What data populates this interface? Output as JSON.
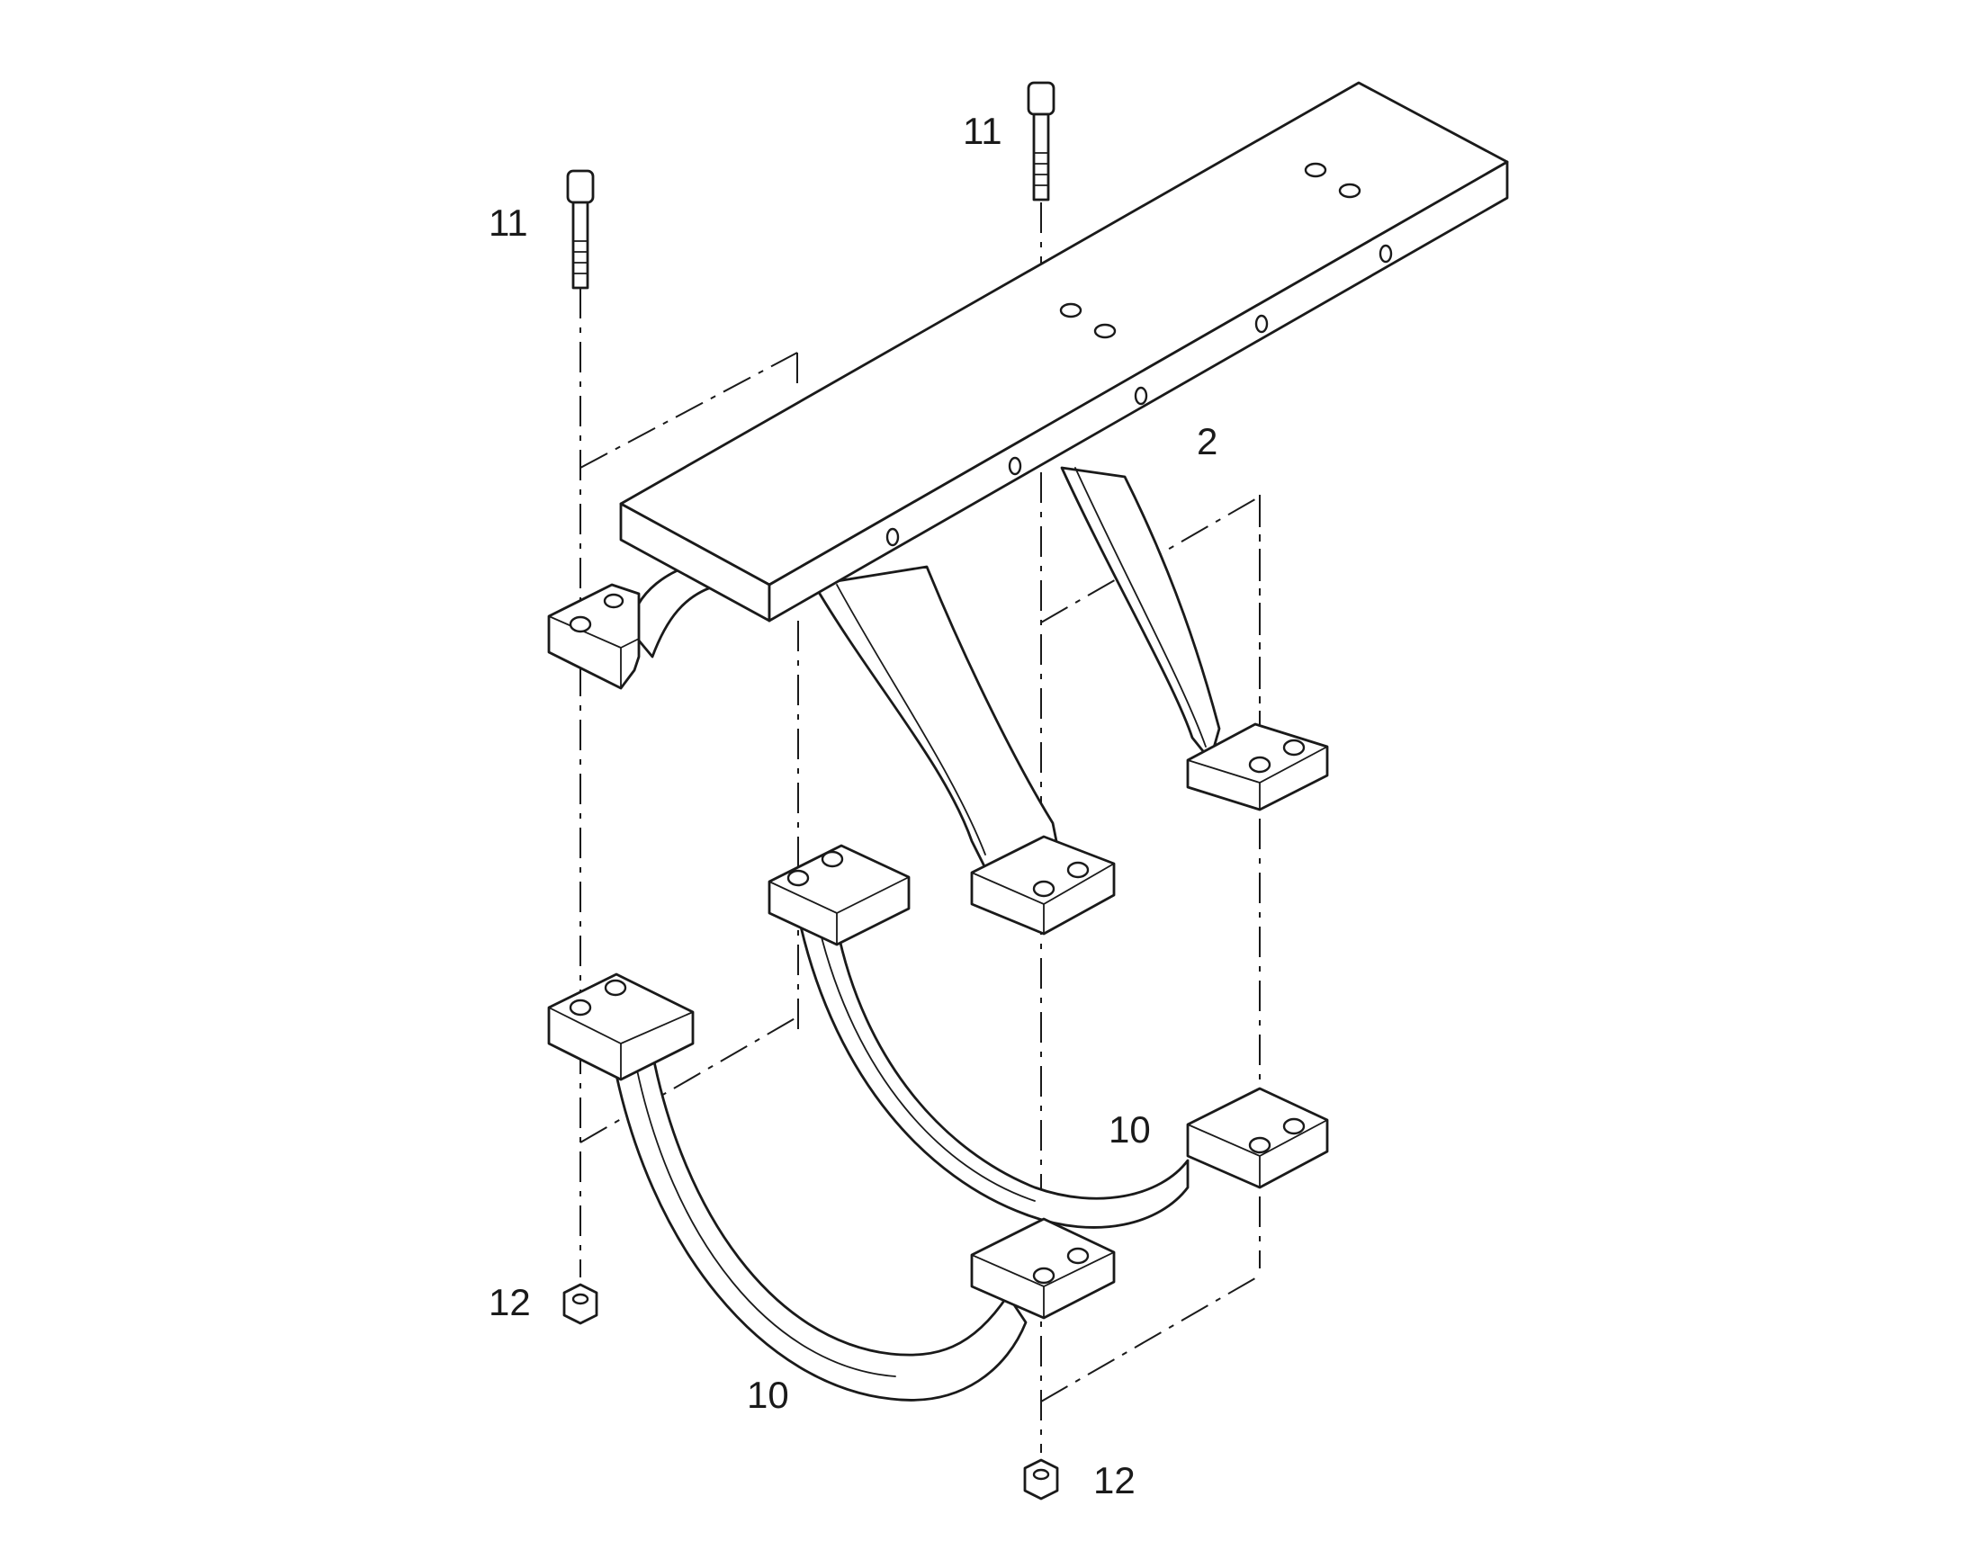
{
  "diagram": {
    "labels": {
      "bolt_left": "11",
      "bolt_right": "11",
      "support_beam": "2",
      "lower_clamp_back": "10",
      "lower_clamp_front": "10",
      "nut_left": "12",
      "nut_right": "12"
    },
    "colors": {
      "line": "#1a1a1a",
      "background": "#ffffff"
    }
  }
}
